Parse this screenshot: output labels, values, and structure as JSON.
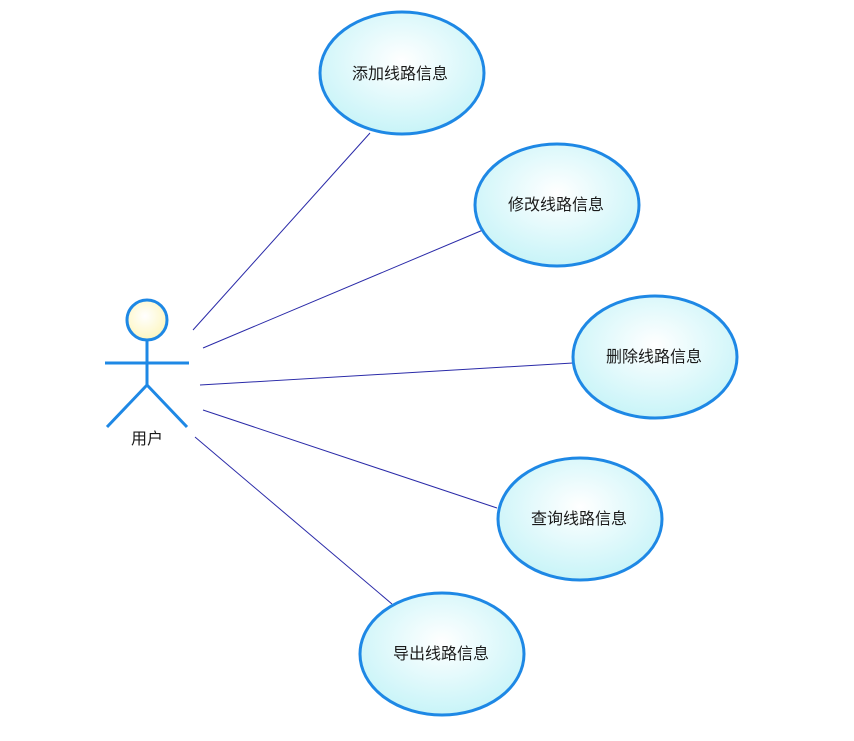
{
  "actor": {
    "label": "用户"
  },
  "use_cases": [
    {
      "id": "add",
      "label": "添加线路信息"
    },
    {
      "id": "edit",
      "label": "修改线路信息"
    },
    {
      "id": "delete",
      "label": "删除线路信息"
    },
    {
      "id": "query",
      "label": "查询线路信息"
    },
    {
      "id": "export",
      "label": "导出线路信息"
    }
  ],
  "colors": {
    "ellipse_stroke": "#1e88e5",
    "ellipse_fill_center": "#ffffff",
    "ellipse_fill_edge": "#c8f4f8",
    "actor_stroke": "#1e88e5",
    "actor_head_fill": "#fdfbd8",
    "association_line": "#2a2aa8"
  }
}
